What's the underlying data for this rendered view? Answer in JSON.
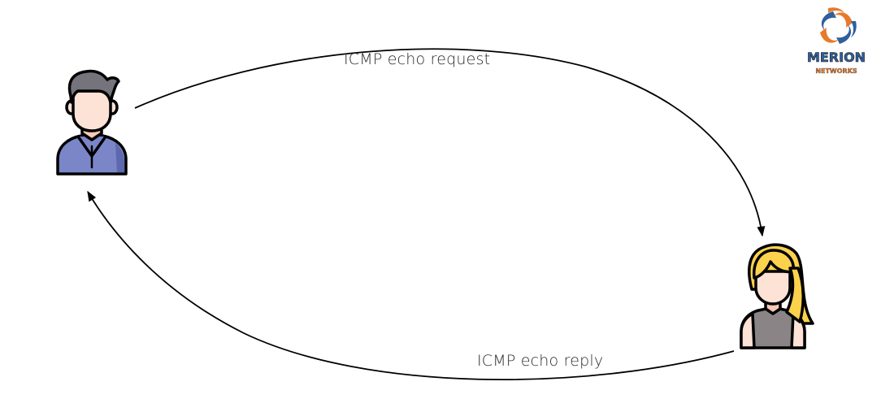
{
  "edges": {
    "request_label": "ICMP echo request",
    "reply_label": "ICMP echo reply"
  },
  "nodes": {
    "sender": {
      "icon": "man-avatar-icon"
    },
    "receiver": {
      "icon": "woman-avatar-icon"
    }
  },
  "logo": {
    "name": "MERION",
    "tagline": "NETWORKS",
    "colors": {
      "blue": "#2e5f9e",
      "orange": "#e8792b"
    }
  },
  "colors": {
    "arrow": "#000000",
    "man_shirt": "#7a86c8",
    "man_hair": "#75737b",
    "skin": "#fde2d6",
    "woman_hair": "#fcd24d",
    "woman_top": "#8a8487"
  }
}
